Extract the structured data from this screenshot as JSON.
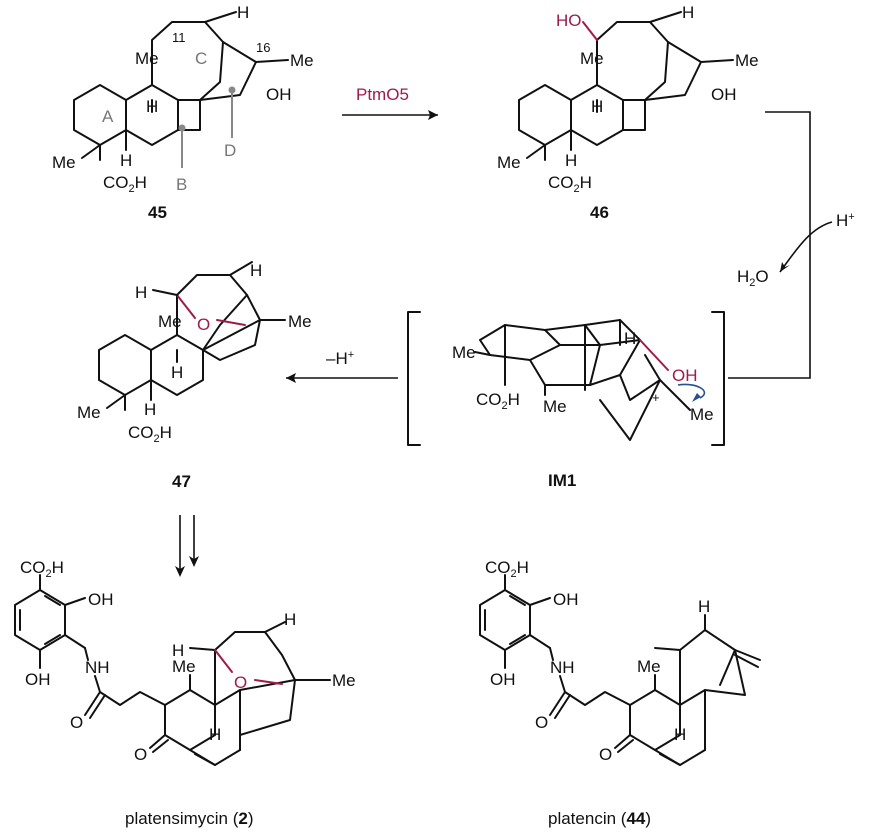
{
  "compounds": {
    "c45": {
      "label": "45",
      "rings": [
        "A",
        "C"
      ],
      "numbers": [
        "11",
        "16"
      ],
      "markers": [
        "B",
        "D"
      ]
    },
    "c46": {
      "label": "46"
    },
    "c47": {
      "label": "47"
    },
    "im1": {
      "label": "IM1"
    },
    "platensimycin": {
      "name": "platensimycin",
      "num": "2"
    },
    "platencin": {
      "name": "platencin",
      "num": "44"
    }
  },
  "atoms": {
    "me": "Me",
    "h": "H",
    "oh": "OH",
    "ho": "HO",
    "o": "O",
    "nh": "NH",
    "co2h_main": "CO",
    "co2h_sub": "2",
    "co2h_tail": "H",
    "plus": "+"
  },
  "reactions": {
    "enzyme": "PtmO5",
    "h_plus": "H",
    "h_plus_sup": "+",
    "water_h": "H",
    "water_sub": "2",
    "water_o": "O",
    "minus_h": "–H",
    "minus_h_sup": "+"
  }
}
